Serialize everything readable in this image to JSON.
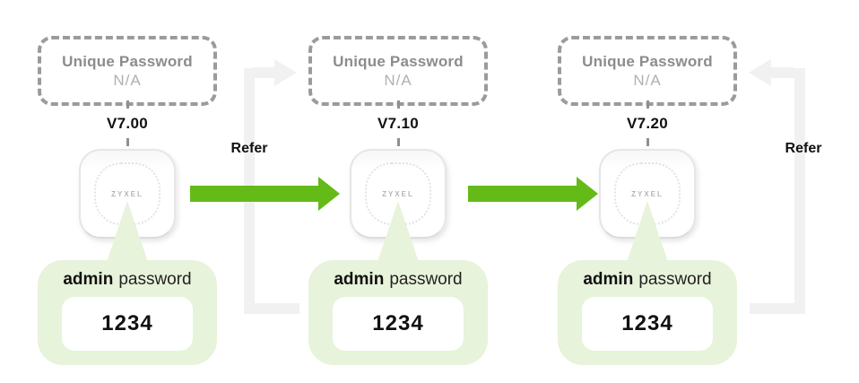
{
  "colors": {
    "arrow_green": "#64ba17",
    "bubble_green": "#e7f3da",
    "refer_gray": "#f1f1f1",
    "dash_gray": "#9b9b9b",
    "title_gray": "#8c8c8c",
    "na_gray": "#b0b0b0",
    "ink": "#1b1b1b",
    "device_border": "#e6e6e6",
    "brand_gray": "#b5b5b5",
    "tick_gray": "#8f8f8f"
  },
  "refer": {
    "left": "Refer",
    "right": "Refer"
  },
  "columns": [
    {
      "unique_password": {
        "title": "Unique Password",
        "value": "N/A"
      },
      "version": "V7.00",
      "device_brand": "ZYXEL",
      "password_bubble": {
        "label_bold": "admin",
        "label_rest": "password",
        "value": "1234"
      }
    },
    {
      "unique_password": {
        "title": "Unique Password",
        "value": "N/A"
      },
      "version": "V7.10",
      "device_brand": "ZYXEL",
      "password_bubble": {
        "label_bold": "admin",
        "label_rest": "password",
        "value": "1234"
      }
    },
    {
      "unique_password": {
        "title": "Unique Password",
        "value": "N/A"
      },
      "version": "V7.20",
      "device_brand": "ZYXEL",
      "password_bubble": {
        "label_bold": "admin",
        "label_rest": "password",
        "value": "1234"
      }
    }
  ]
}
